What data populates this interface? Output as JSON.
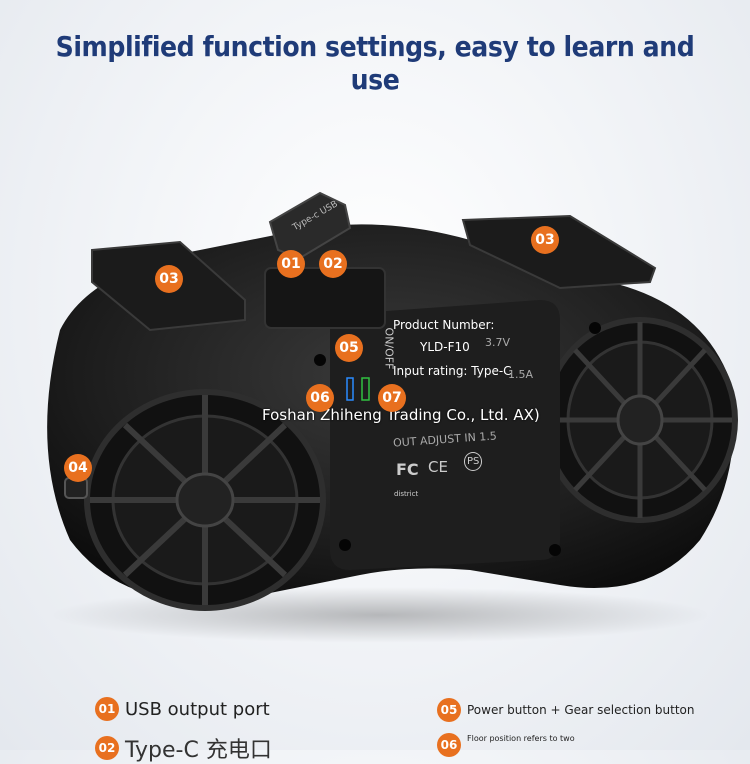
{
  "headline": "Simplified function settings, easy to learn and use",
  "badges": [
    "01",
    "02",
    "03",
    "03",
    "04",
    "05",
    "06",
    "07"
  ],
  "product_label": {
    "usb_tag": "Type-c USB",
    "switch": "ON/OFF",
    "product_number_title": "Product Number:",
    "product_number": "YLD-F10",
    "voltage_fragment": "3.7V",
    "input_rating": "Input rating: Type-C",
    "current_fragment": "1.5A",
    "out_adjust": "OUT ADJUST IN 1.5",
    "district": "district",
    "fc_mark": "FC",
    "ce_mark": "CE",
    "ps_mark": "PS"
  },
  "overlay_company": "Foshan Zhiheng Trading Co., Ltd. AX)",
  "legend": [
    {
      "num": "01",
      "text": "USB output port"
    },
    {
      "num": "02",
      "text": "Type-C 充电口"
    },
    {
      "num": "05",
      "text": "Power button + Gear selection button"
    },
    {
      "num": "06",
      "text": "Floor position refers to two"
    }
  ],
  "colors": {
    "accent": "#e8701f",
    "headline": "#1f3b78",
    "device": "#222222"
  }
}
